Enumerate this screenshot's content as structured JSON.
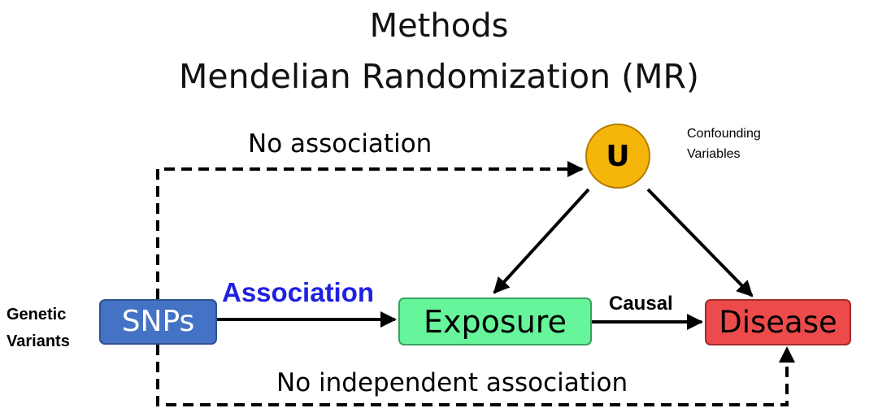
{
  "title": {
    "line1": "Methods",
    "line2": "Mendelian Randomization (MR)"
  },
  "nodes": {
    "snps": "SNPs",
    "exposure": "Exposure",
    "disease": "Disease",
    "confounder": "U"
  },
  "side_labels": {
    "genetic_variants_1": "Genetic",
    "genetic_variants_2": "Variants",
    "confounding_1": "Confounding",
    "confounding_2": "Variables"
  },
  "edges": {
    "association": "Association",
    "causal": "Causal",
    "no_association": "No association",
    "no_independent_association": "No independent association"
  },
  "colors": {
    "snps": "#4472c4",
    "exposure": "#66f59a",
    "disease": "#ed4b4b",
    "confounder": "#f5b50a",
    "association_text": "#2020e0"
  }
}
